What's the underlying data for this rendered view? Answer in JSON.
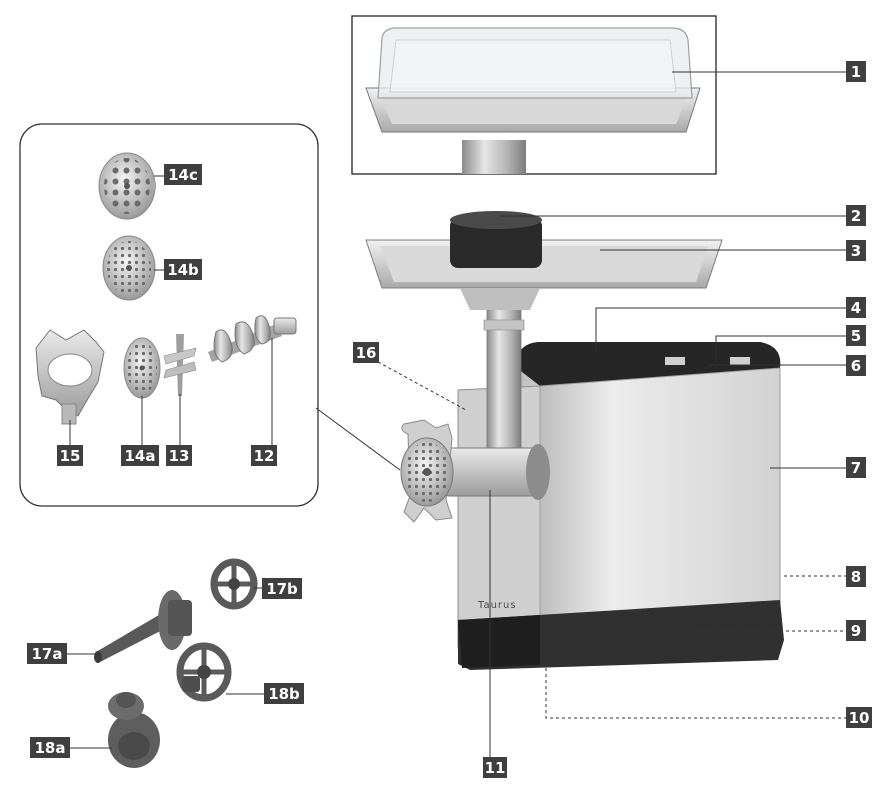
{
  "brand": "Taurus",
  "colors": {
    "badge": "#3f3f3f",
    "steel_light": "#dcdcdc",
    "steel_dark": "#8c8c8c",
    "body_dark": "#2b2b2b",
    "line": "#444444"
  },
  "callouts": [
    {
      "key": "c1",
      "label": "1"
    },
    {
      "key": "c2",
      "label": "2"
    },
    {
      "key": "c3",
      "label": "3"
    },
    {
      "key": "c4",
      "label": "4"
    },
    {
      "key": "c5",
      "label": "5"
    },
    {
      "key": "c6",
      "label": "6"
    },
    {
      "key": "c7",
      "label": "7"
    },
    {
      "key": "c8",
      "label": "8"
    },
    {
      "key": "c9",
      "label": "9"
    },
    {
      "key": "c10",
      "label": "10"
    },
    {
      "key": "c11",
      "label": "11"
    },
    {
      "key": "c12",
      "label": "12"
    },
    {
      "key": "c13",
      "label": "13"
    },
    {
      "key": "c14a",
      "label": "14a"
    },
    {
      "key": "c14b",
      "label": "14b"
    },
    {
      "key": "c14c",
      "label": "14c"
    },
    {
      "key": "c15",
      "label": "15"
    },
    {
      "key": "c16",
      "label": "16"
    },
    {
      "key": "c17a",
      "label": "17a"
    },
    {
      "key": "c17b",
      "label": "17b"
    },
    {
      "key": "c18a",
      "label": "18a"
    },
    {
      "key": "c18b",
      "label": "18b"
    }
  ]
}
